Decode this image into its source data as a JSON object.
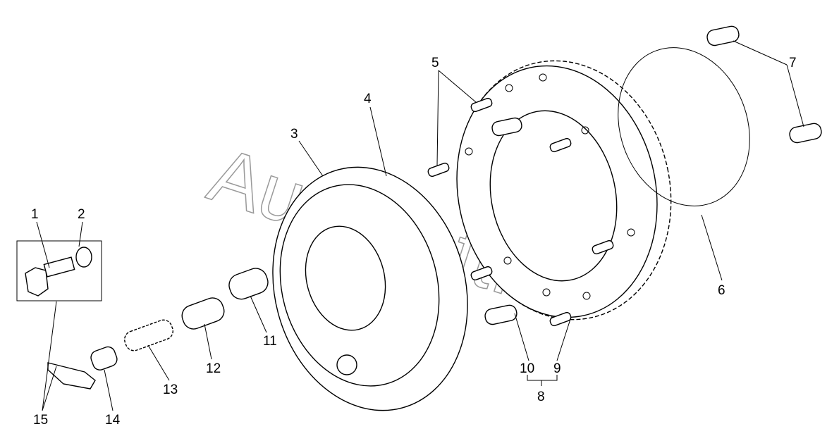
{
  "diagram": {
    "type": "exploded-parts-view",
    "watermark": "AutoSoft.ru",
    "callouts": [
      "1",
      "2",
      "3",
      "4",
      "5",
      "6",
      "7",
      "8",
      "9",
      "10",
      "11",
      "12",
      "13",
      "14",
      "15"
    ]
  }
}
